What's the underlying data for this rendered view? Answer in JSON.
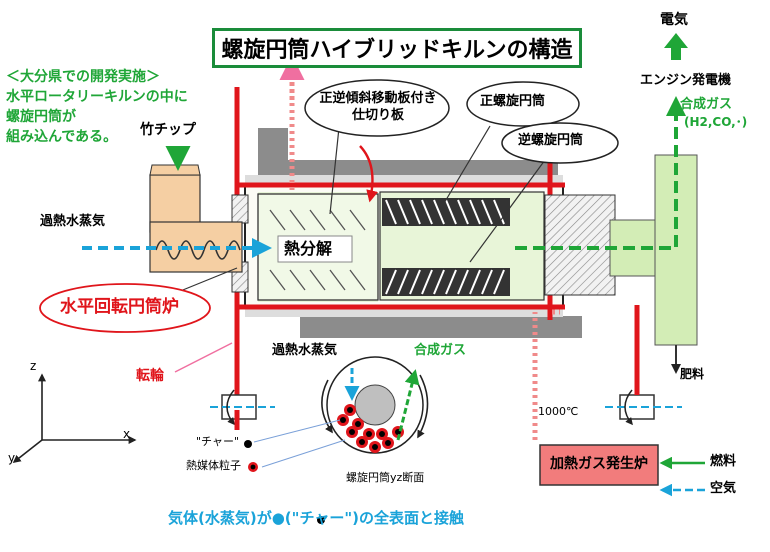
{
  "title": "螺旋円筒ハイブリッドキルンの構造",
  "note_lines": [
    "＜大分県での開発実施＞",
    "水平ロータリーキルンの中に",
    "螺旋円筒が",
    "組み込んである。"
  ],
  "labels": {
    "bamboo_chip": "竹チップ",
    "superheated_steam_left": "過熱水蒸気",
    "pyrolysis": "熱分解",
    "horizontal_rotary_furnace": "水平回転円筒炉",
    "tire": "転輪",
    "partition_callout": "正逆傾斜移動板付き仕切り板",
    "forward_spiral": "正螺旋円筒",
    "reverse_spiral": "逆螺旋円筒",
    "electricity": "電気",
    "engine_generator": "エンジン発電機",
    "syngas_right": "合成ガス",
    "syngas_formula": "(H2,CO,･)",
    "fertilizer": "肥料",
    "temperature": "1000℃",
    "heating_gas_generator": "加熱ガス発生炉",
    "fuel": "燃料",
    "air": "空気",
    "superheated_steam_section": "過熱水蒸気",
    "syngas_section": "合成ガス",
    "char": "\"チャー\"",
    "heat_medium": "熱媒体粒子",
    "section_caption": "螺旋円筒yz断面",
    "bottom_caption": "気体(水蒸気)が●(\"チャー\")の全表面と接触",
    "axis_z": "z",
    "axis_x": "x",
    "axis_y": "y"
  },
  "colors": {
    "accent_green": "#1fa637",
    "accent_red": "#e0151b",
    "accent_blue": "#1aa3d9",
    "hopper_fill": "#f5cfa3",
    "gas_fill": "#d3edb6",
    "pyrolysis_fill": "#e8f5d8"
  }
}
